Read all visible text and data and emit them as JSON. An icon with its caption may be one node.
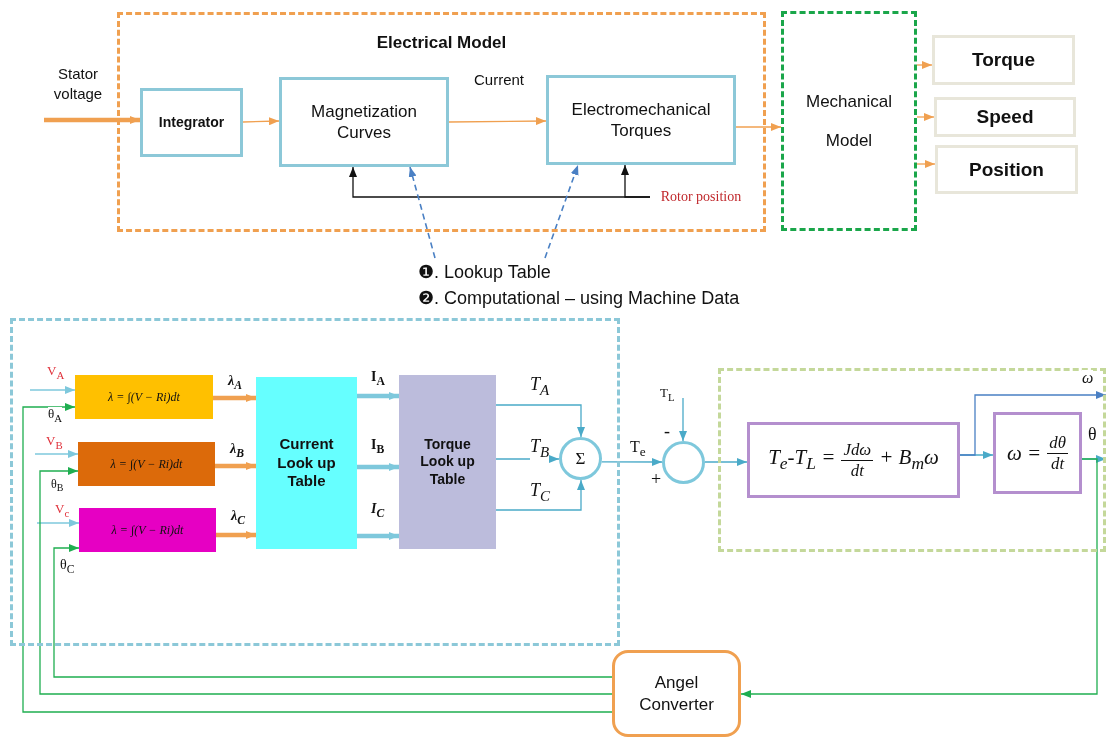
{
  "diagram": {
    "nodes": [
      {
        "text": [
          "Electrical Model"
        ]
      },
      {
        "text": [
          "Integrator"
        ],
        "in": 0
      },
      {
        "text": [
          "Magnetization Curves"
        ],
        "in": 0
      },
      {
        "text": [
          "Electromechanical Torques"
        ],
        "in": 0
      },
      {
        "text": [
          "Mechanical Model"
        ]
      },
      {
        "text": [
          "Torque"
        ]
      },
      {
        "text": [
          "Speed"
        ]
      },
      {
        "text": [
          "Position"
        ]
      },
      {
        "text": [
          "Stator voltage"
        ]
      },
      {
        "text": [
          "Rotor position"
        ],
        "in": 0
      },
      {
        "text": [
          "❶. Lookup Table",
          "❷. Computational – using Machine Data"
        ]
      },
      {
        "text": [],
        "shape": "box"
      },
      {
        "text": [
          "λ = ∫(V − Ri)dt"
        ],
        "in": 11
      },
      {
        "text": [
          "λ = ∫(V − Ri)dt"
        ],
        "in": 11
      },
      {
        "text": [
          "λ = ∫(V − Ri)dt"
        ],
        "in": 11
      },
      {
        "text": [
          "Current Look up Table"
        ],
        "in": 11
      },
      {
        "text": [
          "Torque Look up Table"
        ],
        "in": 11
      },
      {
        "text": [
          "Σ"
        ],
        "in": 11
      },
      {
        "text": [],
        "shape": "circle"
      },
      {
        "text": [],
        "shape": "box"
      },
      {
        "text": [
          "T$_{e}$-T$_{L}$ =",
          "Jdω",
          "dt",
          "+ B$_{m}$ω"
        ],
        "in": 19
      },
      {
        "text": [
          "ω =",
          "dθ",
          "dt"
        ],
        "in": 19
      },
      {
        "text": [
          "Angel Converter"
        ]
      }
    ],
    "edges": [
      {
        "from": 8,
        "to": 1,
        "arrow": "to",
        "style": "thick",
        "color": "#f0a050"
      },
      {
        "from": 1,
        "to": 2,
        "arrow": "to",
        "color": "#f0a050"
      },
      {
        "from": 2,
        "to": 3,
        "arrow": "to",
        "label": "Current",
        "color": "#f0a050"
      },
      {
        "from": 3,
        "to": 4,
        "arrow": "to",
        "color": "#f0a050"
      },
      {
        "from": 4,
        "to": 5,
        "arrow": "to",
        "color": "#f0a050"
      },
      {
        "from": 4,
        "to": 6,
        "arrow": "to",
        "color": "#f0a050"
      },
      {
        "from": 4,
        "to": 7,
        "arrow": "to",
        "color": "#f0a050"
      },
      {
        "from": 9,
        "to": 2,
        "arrow": "to",
        "color": "#111111"
      },
      {
        "from": 9,
        "to": 3,
        "arrow": "to",
        "color": "#111111"
      },
      {
        "from": 10,
        "to": 2,
        "arrow": "to",
        "style": "dashed",
        "color": "#4a80c4"
      },
      {
        "from": 10,
        "to": 3,
        "arrow": "to",
        "style": "dashed",
        "color": "#4a80c4"
      },
      {
        "from": null,
        "to": 12,
        "arrow": "to",
        "label": "V$_{A}$",
        "color": "#7ec8dc"
      },
      {
        "from": null,
        "to": 13,
        "arrow": "to",
        "label": "V$_{B}$",
        "color": "#7ec8dc"
      },
      {
        "from": null,
        "to": 14,
        "arrow": "to",
        "label": "V$_{c}$",
        "color": "#7ec8dc"
      },
      {
        "from": 22,
        "to": 12,
        "arrow": "to",
        "label": "θ$_{A}$",
        "color": "#1fae50"
      },
      {
        "from": 22,
        "to": 13,
        "arrow": "to",
        "label": "θ$_{B}$",
        "color": "#1fae50"
      },
      {
        "from": 22,
        "to": 14,
        "arrow": "to",
        "label": "θ$_{C}$",
        "color": "#1fae50"
      },
      {
        "from": 12,
        "to": 15,
        "arrow": "to",
        "label": "λ$_{A}$",
        "style": "thick",
        "color": "#f0a050"
      },
      {
        "from": 13,
        "to": 15,
        "arrow": "to",
        "label": "λ$_{B}$",
        "style": "thick",
        "color": "#f0a050"
      },
      {
        "from": 14,
        "to": 15,
        "arrow": "to",
        "label": "λ$_{C}$",
        "style": "thick",
        "color": "#f0a050"
      },
      {
        "from": 15,
        "to": 16,
        "arrow": "to",
        "label": "I$_{A}$",
        "style": "thick",
        "color": "#7ec8dc"
      },
      {
        "from": 15,
        "to": 16,
        "arrow": "to",
        "label": "I$_{B}$",
        "style": "thick",
        "color": "#7ec8dc"
      },
      {
        "from": 15,
        "to": 16,
        "arrow": "to",
        "label": "I$_{C}$",
        "style": "thick",
        "color": "#7ec8dc"
      },
      {
        "from": 16,
        "to": 17,
        "arrow": "to",
        "label": "T$_{A}$",
        "color": "#4aaac8"
      },
      {
        "from": 16,
        "to": 17,
        "arrow": "to",
        "label": "T$_{B}$",
        "color": "#4aaac8"
      },
      {
        "from": 16,
        "to": 17,
        "arrow": "to",
        "label": "T$_{C}$",
        "color": "#4aaac8"
      },
      {
        "from": 17,
        "to": 18,
        "arrow": "to",
        "label": "T$_{e}$",
        "color": "#4aaac8"
      },
      {
        "from": null,
        "to": 18,
        "arrow": "to",
        "label": "T$_{L}$",
        "color": "#4aaac8"
      },
      {
        "from": 18,
        "to": 20,
        "arrow": "to",
        "color": "#4aaac8"
      },
      {
        "from": 20,
        "to": 21,
        "arrow": "to",
        "color": "#4aaac8"
      },
      {
        "from": 20,
        "to": null,
        "arrow": "to",
        "label": "ω",
        "color": "#4a80c4"
      },
      {
        "from": 21,
        "to": null,
        "arrow": "to",
        "label": "θ",
        "color": "#4aaac8"
      },
      {
        "from": 21,
        "to": 22,
        "arrow": "to",
        "color": "#1fae50"
      }
    ],
    "labels": [
      "-",
      "+"
    ]
  }
}
